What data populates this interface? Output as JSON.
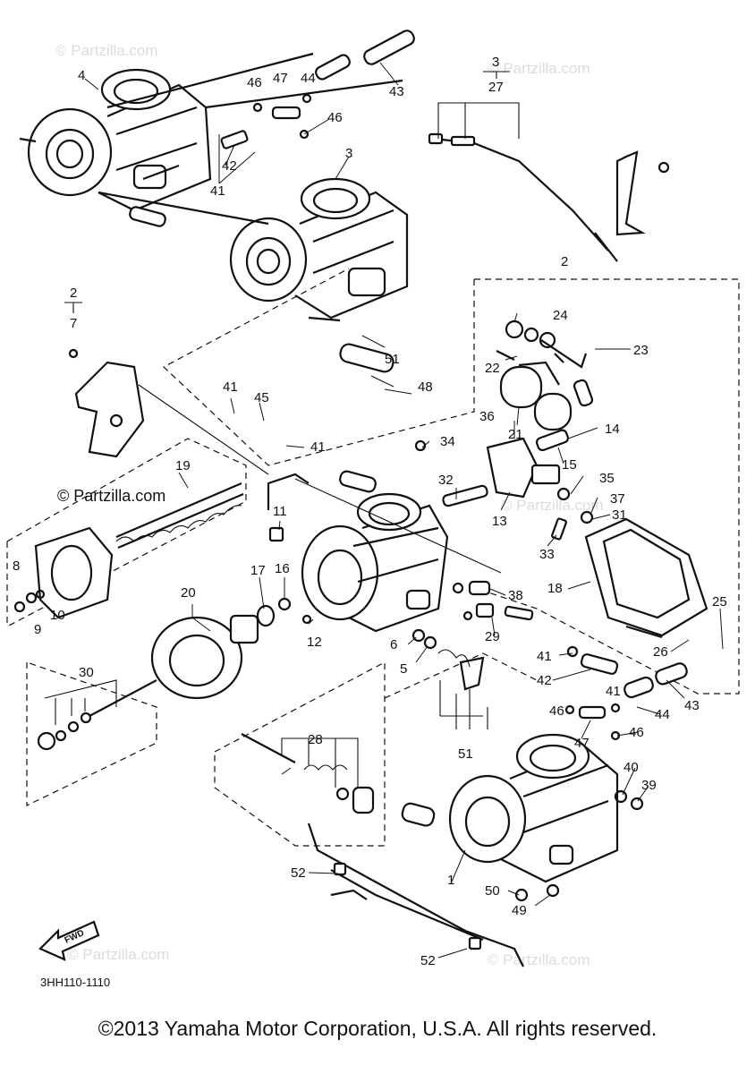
{
  "watermark": "© Partzilla.com",
  "diagram_code": "3HH110-1110",
  "fwd_arrow_label": "FWD",
  "copyright": "©2013 Yamaha Motor Corporation, U.S.A. All rights reserved.",
  "callouts": [
    "1",
    "2",
    "2",
    "3",
    "3",
    "4",
    "5",
    "6",
    "7",
    "8",
    "9",
    "10",
    "11",
    "12",
    "13",
    "14",
    "15",
    "16",
    "17",
    "18",
    "19",
    "20",
    "21",
    "22",
    "23",
    "24",
    "25",
    "26",
    "27",
    "28",
    "29",
    "30",
    "31",
    "32",
    "33",
    "34",
    "35",
    "36",
    "37",
    "38",
    "39",
    "40",
    "41",
    "41",
    "41",
    "41",
    "41",
    "42",
    "42",
    "43",
    "43",
    "44",
    "44",
    "45",
    "46",
    "46",
    "46",
    "46",
    "47",
    "47",
    "48",
    "49",
    "50",
    "51",
    "51",
    "52",
    "52"
  ]
}
